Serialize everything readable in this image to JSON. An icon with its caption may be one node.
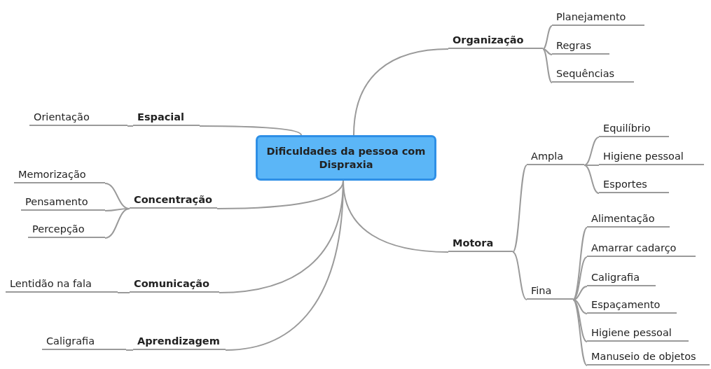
{
  "diagram": {
    "nodes": [
      {
        "text": [
          "Dificuldades da pessoa com Dispraxia"
        ]
      },
      {
        "text": [
          "Organização"
        ]
      },
      {
        "text": [
          "Planejamento"
        ]
      },
      {
        "text": [
          "Regras"
        ]
      },
      {
        "text": [
          "Sequências"
        ]
      },
      {
        "text": [
          "Espacial"
        ]
      },
      {
        "text": [
          "Orientação"
        ]
      },
      {
        "text": [
          "Concentração"
        ]
      },
      {
        "text": [
          "Memorização"
        ]
      },
      {
        "text": [
          "Pensamento"
        ]
      },
      {
        "text": [
          "Percepção"
        ]
      },
      {
        "text": [
          "Comunicação"
        ]
      },
      {
        "text": [
          "Lentidão na fala"
        ]
      },
      {
        "text": [
          "Aprendizagem"
        ]
      },
      {
        "text": [
          "Caligrafia"
        ]
      },
      {
        "text": [
          "Motora"
        ]
      },
      {
        "text": [
          "Ampla"
        ]
      },
      {
        "text": [
          "Equilíbrio"
        ]
      },
      {
        "text": [
          "Higiene pessoal"
        ]
      },
      {
        "text": [
          "Esportes"
        ]
      },
      {
        "text": [
          "Fina"
        ]
      },
      {
        "text": [
          "Alimentação"
        ]
      },
      {
        "text": [
          "Amarrar cadarço"
        ]
      },
      {
        "text": [
          "Caligrafia"
        ]
      },
      {
        "text": [
          "Espaçamento"
        ]
      },
      {
        "text": [
          "Higiene pessoal"
        ]
      },
      {
        "text": [
          "Manuseio de objetos"
        ]
      }
    ],
    "edges": [
      {
        "from": 0,
        "to": 1,
        "arrow": "none"
      },
      {
        "from": 1,
        "to": 2,
        "arrow": "none"
      },
      {
        "from": 1,
        "to": 3,
        "arrow": "none"
      },
      {
        "from": 1,
        "to": 4,
        "arrow": "none"
      },
      {
        "from": 0,
        "to": 5,
        "arrow": "none"
      },
      {
        "from": 5,
        "to": 6,
        "arrow": "none"
      },
      {
        "from": 0,
        "to": 7,
        "arrow": "none"
      },
      {
        "from": 7,
        "to": 8,
        "arrow": "none"
      },
      {
        "from": 7,
        "to": 9,
        "arrow": "none"
      },
      {
        "from": 7,
        "to": 10,
        "arrow": "none"
      },
      {
        "from": 0,
        "to": 11,
        "arrow": "none"
      },
      {
        "from": 11,
        "to": 12,
        "arrow": "none"
      },
      {
        "from": 0,
        "to": 13,
        "arrow": "none"
      },
      {
        "from": 13,
        "to": 14,
        "arrow": "none"
      },
      {
        "from": 0,
        "to": 15,
        "arrow": "none"
      },
      {
        "from": 15,
        "to": 16,
        "arrow": "none"
      },
      {
        "from": 16,
        "to": 17,
        "arrow": "none"
      },
      {
        "from": 16,
        "to": 18,
        "arrow": "none"
      },
      {
        "from": 16,
        "to": 19,
        "arrow": "none"
      },
      {
        "from": 15,
        "to": 20,
        "arrow": "none"
      },
      {
        "from": 20,
        "to": 21,
        "arrow": "none"
      },
      {
        "from": 20,
        "to": 22,
        "arrow": "none"
      },
      {
        "from": 20,
        "to": 23,
        "arrow": "none"
      },
      {
        "from": 20,
        "to": 24,
        "arrow": "none"
      },
      {
        "from": 20,
        "to": 25,
        "arrow": "none"
      },
      {
        "from": 20,
        "to": 26,
        "arrow": "none"
      }
    ]
  }
}
